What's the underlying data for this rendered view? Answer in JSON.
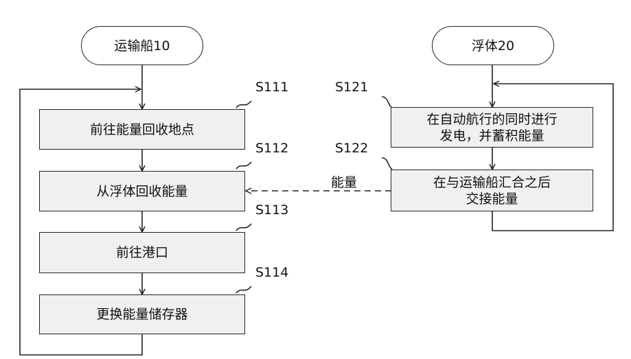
{
  "left": {
    "start": "运输船10",
    "steps": [
      {
        "id": "S111",
        "text": "前往能量回收地点"
      },
      {
        "id": "S112",
        "text": "从浮体回收能量"
      },
      {
        "id": "S113",
        "text": "前往港口"
      },
      {
        "id": "S114",
        "text": "更换能量储存器"
      }
    ]
  },
  "right": {
    "start": "浮体20",
    "steps": [
      {
        "id": "S121",
        "line1": "在自动航行的同时进行",
        "line2": "发电，并蓄积能量"
      },
      {
        "id": "S122",
        "line1": "在与运输船汇合之后",
        "line2": "交接能量"
      }
    ]
  },
  "transfer_label": "能量"
}
